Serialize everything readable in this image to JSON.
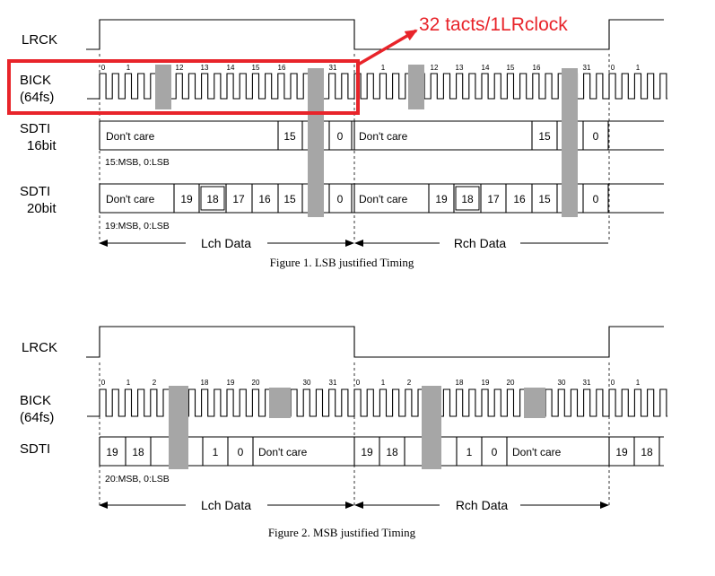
{
  "annotation": {
    "text": "32 tacts/1LRclock",
    "color": "#e8242a"
  },
  "colors": {
    "bar": "#a6a6a6",
    "highlight": "#e8242a"
  },
  "fig1": {
    "caption": "Figure 1. LSB justified Timing",
    "lrck_label": "LRCK",
    "bick_label": "BICK",
    "bick_sub": "(64fs)",
    "sdti16_label": "SDTI",
    "sdti16_sub": "16bit",
    "sdti20_label": "SDTI",
    "sdti20_sub": "20bit",
    "note16": "15:MSB, 0:LSB",
    "note20": "19:MSB, 0:LSB",
    "dont_care": "Don't care",
    "lch": "Lch Data",
    "rch": "Rch Data",
    "ticks": [
      "0",
      "1",
      "12",
      "13",
      "14",
      "15",
      "16",
      "31",
      "0",
      "1",
      "12",
      "13",
      "14",
      "15",
      "16",
      "31",
      "0",
      "1"
    ],
    "sdti16_bits": [
      "15",
      "0",
      "15",
      "0"
    ],
    "sdti20_bits": [
      "19",
      "18",
      "17",
      "16",
      "15",
      "0",
      "19",
      "18",
      "17",
      "16",
      "15",
      "0"
    ]
  },
  "fig2": {
    "caption": "Figure 2. MSB justified Timing",
    "lrck_label": "LRCK",
    "bick_label": "BICK",
    "bick_sub": "(64fs)",
    "sdti_label": "SDTI",
    "note": "20:MSB, 0:LSB",
    "dont_care": "Don't care",
    "lch": "Lch Data",
    "rch": "Rch Data",
    "ticks": [
      "0",
      "1",
      "2",
      "18",
      "19",
      "20",
      "30",
      "31",
      "0",
      "1",
      "2",
      "18",
      "19",
      "20",
      "30",
      "31",
      "0",
      "1"
    ],
    "sdti_bits": [
      "19",
      "18",
      "1",
      "0",
      "19",
      "18",
      "1",
      "0",
      "19",
      "18"
    ]
  }
}
